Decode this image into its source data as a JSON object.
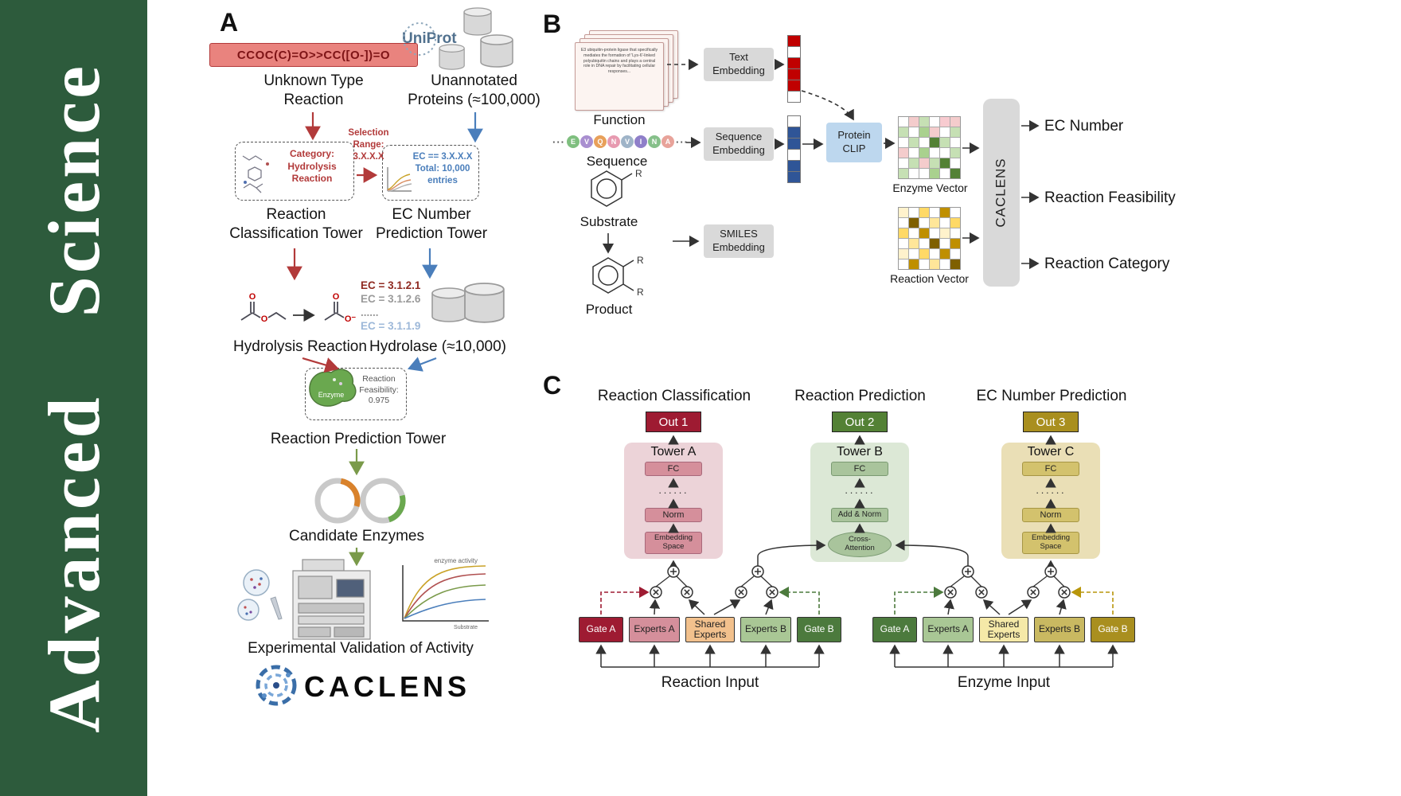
{
  "journal": {
    "name": "Advanced Science"
  },
  "panelA": {
    "label": "A",
    "smiles": "CCOC(C)=O>>CC([O-])=O",
    "unknown_reaction": "Unknown Type\nReaction",
    "uniprot": "UniProt",
    "unannotated": "Unannotated\nProteins (≈100,000)",
    "category_box": "Category:\nHydrolysis\nReaction",
    "selection": "Selection\nRange:\n3.X.X.X",
    "ec_box": "EC == 3.X.X.X\nTotal: 10,000\nentries",
    "classification_tower": "Reaction\nClassification Tower",
    "ec_tower": "EC Number\nPrediction Tower",
    "hydrolysis": "Hydrolysis Reaction",
    "ec_list": [
      {
        "text": "EC = 3.1.2.1",
        "color": "#8f2a21"
      },
      {
        "text": "EC = 3.1.2.6",
        "color": "#9a9a9a"
      },
      {
        "text": "......",
        "color": "#9a9a9a"
      },
      {
        "text": "EC = 3.1.1.9",
        "color": "#9db8d9"
      }
    ],
    "hydrolase": "Hydrolase (≈10,000)",
    "enzyme_blob": "Enzyme",
    "feasibility": "Reaction\nFeasibility:\n0.975",
    "prediction_tower": "Reaction Prediction Tower",
    "candidates": "Candidate Enzymes",
    "validation": "Experimental Validation of Activity",
    "plot": {
      "title": "enzyme activity",
      "xlabel": "Substrate"
    },
    "logo": "CACLENS"
  },
  "panelB": {
    "label": "B",
    "function_card": "E3 ubiquitin-protein ligase that specifically mediates the formation of 'Lys-6'-linked polyubiquitin chains and plays a central role in DNA repair by facilitating cellular responses...",
    "function_label": "Function",
    "dots": "···",
    "sequence": [
      {
        "letter": "E",
        "color": "#7fbf7f"
      },
      {
        "letter": "V",
        "color": "#a98fd0"
      },
      {
        "letter": "Q",
        "color": "#e8a05a"
      },
      {
        "letter": "N",
        "color": "#e79ab0"
      },
      {
        "letter": "V",
        "color": "#9fb4c8"
      },
      {
        "letter": "I",
        "color": "#8f7fc9"
      },
      {
        "letter": "N",
        "color": "#86c08a"
      },
      {
        "letter": "A",
        "color": "#e8a39a"
      }
    ],
    "sequence_label": "Sequence",
    "substrate_label": "Substrate",
    "product_label": "Product",
    "r_group": "R",
    "text_embedding": "Text\nEmbedding",
    "sequence_embedding": "Sequence\nEmbedding",
    "smiles_embedding": "SMILES\nEmbedding",
    "protein_clip": "Protein\nCLIP",
    "text_vector": [
      "#c00000",
      "#ffffff",
      "#c00000",
      "#c00000",
      "#c00000",
      "#ffffff"
    ],
    "sequence_vector": [
      "#ffffff",
      "#2f5597",
      "#2f5597",
      "#ffffff",
      "#2f5597",
      "#2f5597"
    ],
    "enzyme_vector_label": "Enzyme Vector",
    "reaction_vector_label": "Reaction Vector",
    "enzyme_grid": [
      "#ffffff",
      "#f4cccc",
      "#c6e0b4",
      "#ffffff",
      "#f8cbd0",
      "#f4cccc",
      "#c6e0b4",
      "#ffffff",
      "#a9d18e",
      "#f4cccc",
      "#ffffff",
      "#c6e0b4",
      "#ffffff",
      "#c6e0b4",
      "#ffffff",
      "#538135",
      "#c6e0b4",
      "#ffffff",
      "#f4cccc",
      "#ffffff",
      "#a9d18e",
      "#ffffff",
      "#ffffff",
      "#c6e0b4",
      "#ffffff",
      "#c6e0b4",
      "#f4cccc",
      "#c6e0b4",
      "#538135",
      "#ffffff",
      "#c6e0b4",
      "#ffffff",
      "#ffffff",
      "#a9d18e",
      "#ffffff",
      "#538135"
    ],
    "reaction_grid": [
      "#fff2cc",
      "#ffffff",
      "#ffd966",
      "#ffffff",
      "#bf8f00",
      "#ffffff",
      "#ffffff",
      "#7f6000",
      "#ffffff",
      "#ffe699",
      "#ffffff",
      "#ffd966",
      "#ffd966",
      "#ffffff",
      "#bf8f00",
      "#ffffff",
      "#fff2cc",
      "#ffffff",
      "#ffffff",
      "#ffe699",
      "#ffffff",
      "#7f6000",
      "#ffffff",
      "#bf8f00",
      "#fff2cc",
      "#ffffff",
      "#ffd966",
      "#ffffff",
      "#bf8f00",
      "#ffffff",
      "#ffffff",
      "#bf8f00",
      "#ffffff",
      "#ffe699",
      "#ffffff",
      "#7f6000"
    ],
    "caclens": "CACLENS",
    "outputs": [
      "EC Number",
      "Reaction Feasibility",
      "Reaction Category"
    ]
  },
  "panelC": {
    "label": "C",
    "headers": [
      "Reaction Classification",
      "Reaction Prediction",
      "EC Number Prediction"
    ],
    "outs": [
      {
        "label": "Out 1",
        "bg": "#9e1b32"
      },
      {
        "label": "Out 2",
        "bg": "#538135"
      },
      {
        "label": "Out 3",
        "bg": "#a98f1f"
      }
    ],
    "towers": [
      {
        "name": "Tower A",
        "blocks": [
          "FC",
          "······",
          "Norm",
          "Embedding\nSpace"
        ]
      },
      {
        "name": "Tower B",
        "blocks": [
          "FC",
          "······",
          "Add & Norm",
          "Cross-\nAttention"
        ]
      },
      {
        "name": "Tower C",
        "blocks": [
          "FC",
          "······",
          "Norm",
          "Embedding\nSpace"
        ]
      }
    ],
    "reaction_moe": [
      {
        "label": "Gate A",
        "bg": "#9e1b32",
        "fg": "#ffffff"
      },
      {
        "label": "Experts A",
        "bg": "#d58f9b",
        "fg": "#222222"
      },
      {
        "label": "Shared\nExperts",
        "bg": "#f2c18d",
        "fg": "#222222"
      },
      {
        "label": "Experts B",
        "bg": "#a9c795",
        "fg": "#222222"
      },
      {
        "label": "Gate B",
        "bg": "#4c7a3d",
        "fg": "#ffffff"
      }
    ],
    "enzyme_moe": [
      {
        "label": "Gate A",
        "bg": "#4c7a3d",
        "fg": "#ffffff"
      },
      {
        "label": "Experts A",
        "bg": "#a9c795",
        "fg": "#222222"
      },
      {
        "label": "Shared\nExperts",
        "bg": "#f5e9a8",
        "fg": "#222222"
      },
      {
        "label": "Experts B",
        "bg": "#c9b961",
        "fg": "#222222"
      },
      {
        "label": "Gate B",
        "bg": "#a98f1f",
        "fg": "#ffffff"
      }
    ],
    "reaction_input": "Reaction Input",
    "enzyme_input": "Enzyme Input"
  }
}
